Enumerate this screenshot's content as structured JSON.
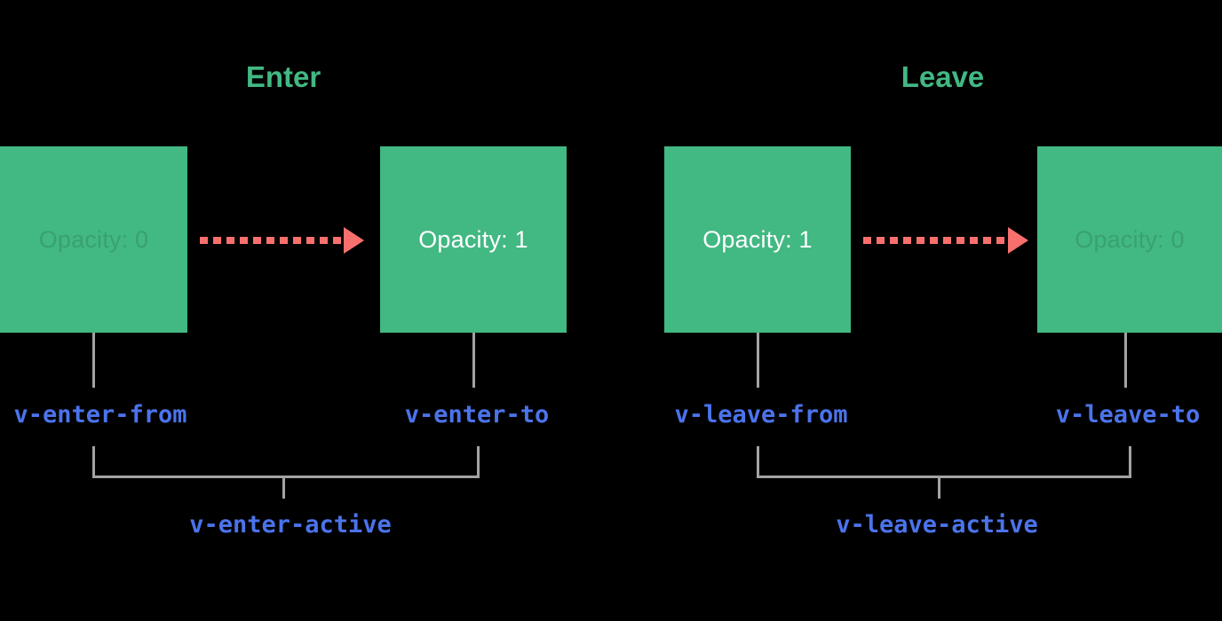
{
  "colors": {
    "bg": "#000000",
    "green": "#42b883",
    "blue": "#4b73eb",
    "red": "#f8706d",
    "gray": "#a3a3a3",
    "white": "#ffffff"
  },
  "enter": {
    "title": "Enter",
    "from_box": {
      "label": "Opacity: 0",
      "faded": true
    },
    "to_box": {
      "label": "Opacity: 1",
      "faded": false
    },
    "from_class": "v-enter-from",
    "to_class": "v-enter-to",
    "active_class": "v-enter-active"
  },
  "leave": {
    "title": "Leave",
    "from_box": {
      "label": "Opacity: 1",
      "faded": false
    },
    "to_box": {
      "label": "Opacity: 0",
      "faded": true
    },
    "from_class": "v-leave-from",
    "to_class": "v-leave-to",
    "active_class": "v-leave-active"
  }
}
